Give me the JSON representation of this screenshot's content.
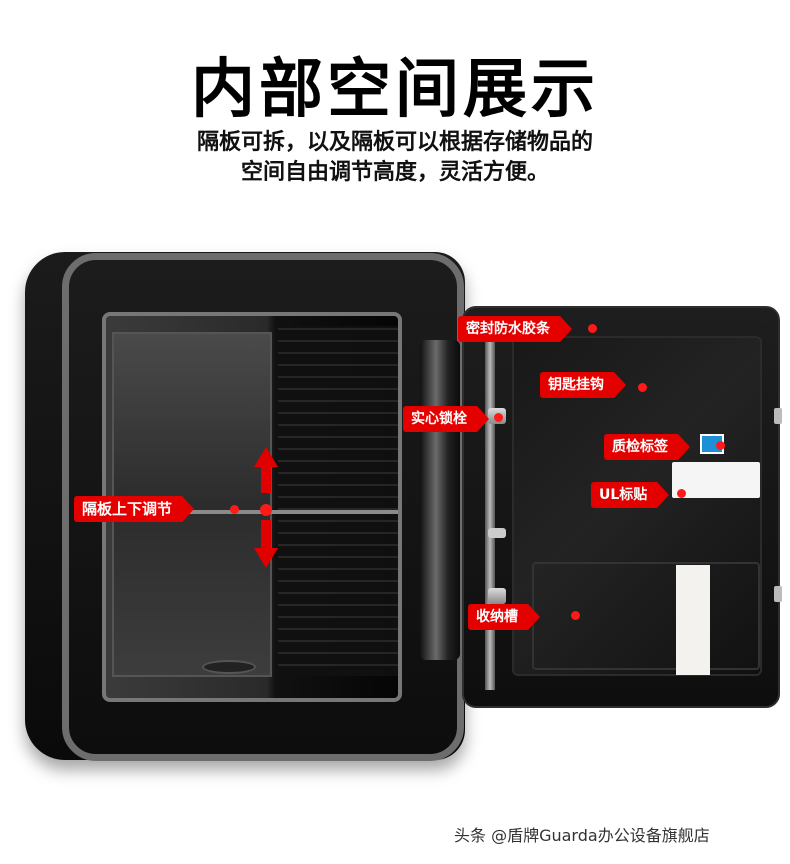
{
  "header": {
    "title": "内部空间展示",
    "subtitle_line1": "隔板可拆，以及隔板可以根据存储物品的",
    "subtitle_line2": "空间自由调节高度，灵活方便。"
  },
  "callouts": [
    {
      "id": "seal-strip",
      "label": "密封防水胶条"
    },
    {
      "id": "key-hook",
      "label": "钥匙挂钩"
    },
    {
      "id": "solid-bolt",
      "label": "实心锁栓"
    },
    {
      "id": "qc-label",
      "label": "质检标签"
    },
    {
      "id": "ul-sticker",
      "label": "UL标贴"
    },
    {
      "id": "shelf-adjust",
      "label": "隔板上下调节"
    },
    {
      "id": "storage-slot",
      "label": "收纳槽"
    }
  ],
  "colors": {
    "accent_red": "#e50000",
    "safe_black": "#111111",
    "frame_silver": "#6d6d6d"
  },
  "watermark": "头条 @盾牌Guarda办公设备旗舰店"
}
